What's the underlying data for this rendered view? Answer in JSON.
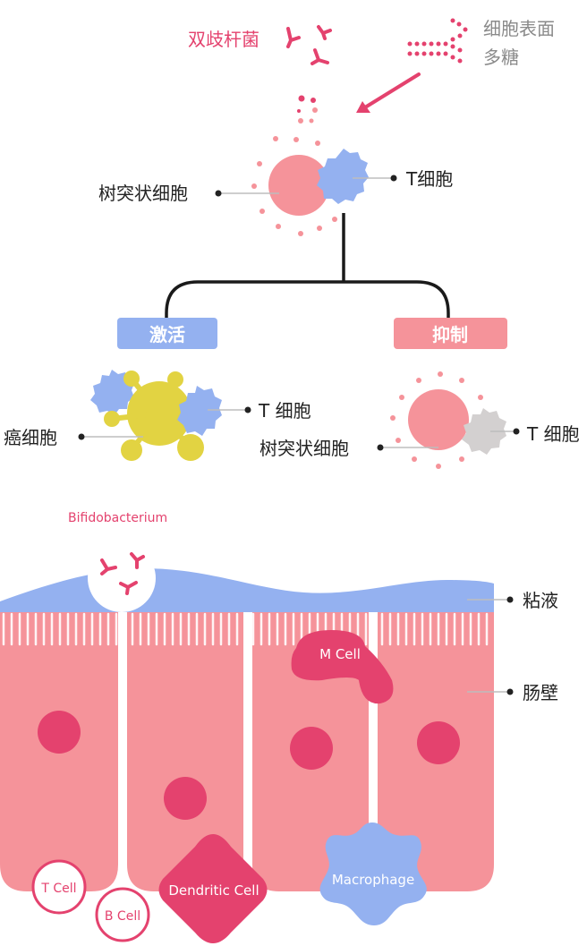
{
  "top": {
    "bifidobacterium_label": "双歧杆菌",
    "surface_polysaccharide_line1": "细胞表面",
    "surface_polysaccharide_line2": "多糖",
    "dendritic_cell_label": "树突状细胞",
    "t_cell_label": "T细胞"
  },
  "branches": {
    "activate_label": "激活",
    "inhibit_label": "抑制",
    "activate": {
      "cancer_cell_label": "癌细胞",
      "t_cell_label": "T 细胞"
    },
    "inhibit": {
      "dendritic_cell_label": "树突状细胞",
      "t_cell_label": "T 细胞"
    }
  },
  "intestine": {
    "bifidobacterium_label": "Bifidobacterium",
    "mucus_label": "粘液",
    "intestinal_wall_label": "肠壁",
    "m_cell_label": "M Cell",
    "t_cell_label": "T Cell",
    "b_cell_label": "B Cell",
    "dendritic_cell_label": "Dendritic Cell",
    "macrophage_label": "Macrophage"
  },
  "colors": {
    "pink_accent": "#e4426e",
    "salmon": "#f5939a",
    "blue": "#94b1f0",
    "yellow": "#e2d342",
    "grey_cell": "#d3d0d0"
  }
}
